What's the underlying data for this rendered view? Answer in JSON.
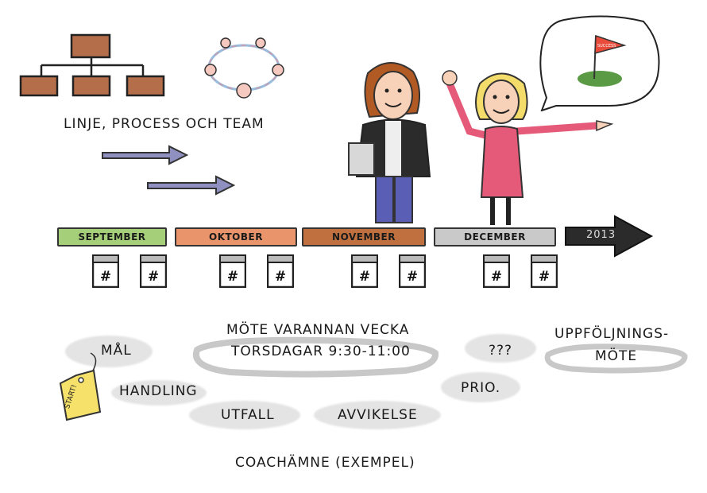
{
  "title_left": "LINJE, PROCESS OCH TEAM",
  "months": [
    {
      "label": "SEPTEMBER",
      "color": "#a6cf7a"
    },
    {
      "label": "OKTOBER",
      "color": "#e9946a"
    },
    {
      "label": "NOVEMBER",
      "color": "#c0703e"
    },
    {
      "label": "DECEMBER",
      "color": "#c9c9c9"
    },
    {
      "label": "2013",
      "color": "#2b2b2b"
    }
  ],
  "calendar_symbol": "#",
  "flag_text": "SUCCESS",
  "meeting": {
    "line1": "MÖTE VARANNAN VECKA",
    "line2": "TORSDAGAR 9:30-11:00"
  },
  "followup": {
    "line1": "UPPFÖLJNINGS-",
    "line2": "MÖTE"
  },
  "tag_text": "START!",
  "topics": {
    "mal": "MÅL",
    "handling": "HANDLING",
    "utfall": "UTFALL",
    "avvikelse": "AVVIKELSE",
    "unknown": "???",
    "prio": "PRIO."
  },
  "footer": "COACHÄMNE (EXEMPEL)",
  "colors": {
    "org_box": "#b56e4a",
    "arrow": "#8f90bf",
    "shirt": "#e55a78",
    "hair_f": "#f4dc6a",
    "hair_m": "#b25a24"
  }
}
